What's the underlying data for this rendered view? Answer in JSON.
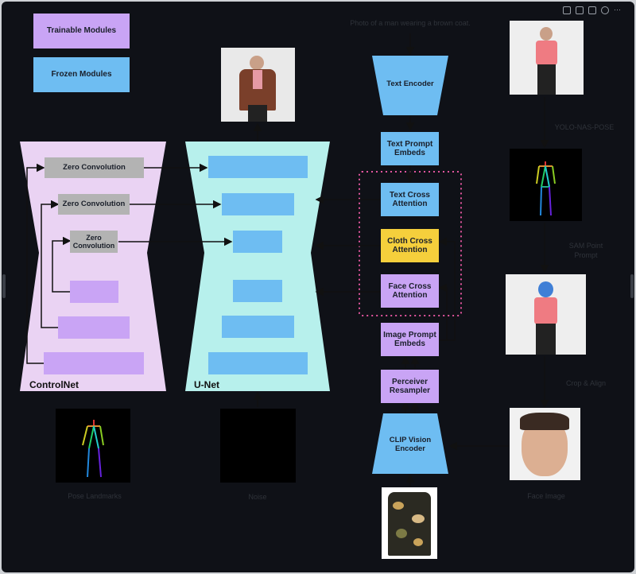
{
  "legend": {
    "trainable": "Trainable Modules",
    "frozen": "Frozen Modules"
  },
  "colors": {
    "trainable": "#c9a4f5",
    "frozen": "#6ebdf2",
    "cloth": "#f5cf3c",
    "zero": "#b3b3b3",
    "controlnet_bg": "#ead3f3",
    "unet_bg": "#b7f0ec",
    "dotted": "#e0559d"
  },
  "prompt_text": "Photo of a man wearing a brown coat.",
  "controlnet": {
    "label": "ControlNet",
    "zero1": "Zero Convolution",
    "zero2": "Zero Convolution",
    "zero3": "Zero Convolution"
  },
  "unet": {
    "label": "U-Net"
  },
  "pipeline": {
    "text_encoder": "Text Encoder",
    "text_prompt_embeds": "Text Prompt Embeds",
    "text_cross_attention": "Text Cross Attention",
    "cloth_cross_attention": "Cloth Cross Attention",
    "face_cross_attention": "Face Cross Attention",
    "image_prompt_embeds": "Image Prompt Embeds",
    "perceiver_resampler": "Perceiver Resampler",
    "clip_vision_encoder": "CLIP Vision Encoder"
  },
  "captions": {
    "pose_landmarks": "Pose Landmarks",
    "noise": "Noise",
    "face_image": "Face Image",
    "yolo": "YOLO-NAS-POSE",
    "sam": "SAM Point Prompt",
    "crop": "Crop & Align"
  }
}
